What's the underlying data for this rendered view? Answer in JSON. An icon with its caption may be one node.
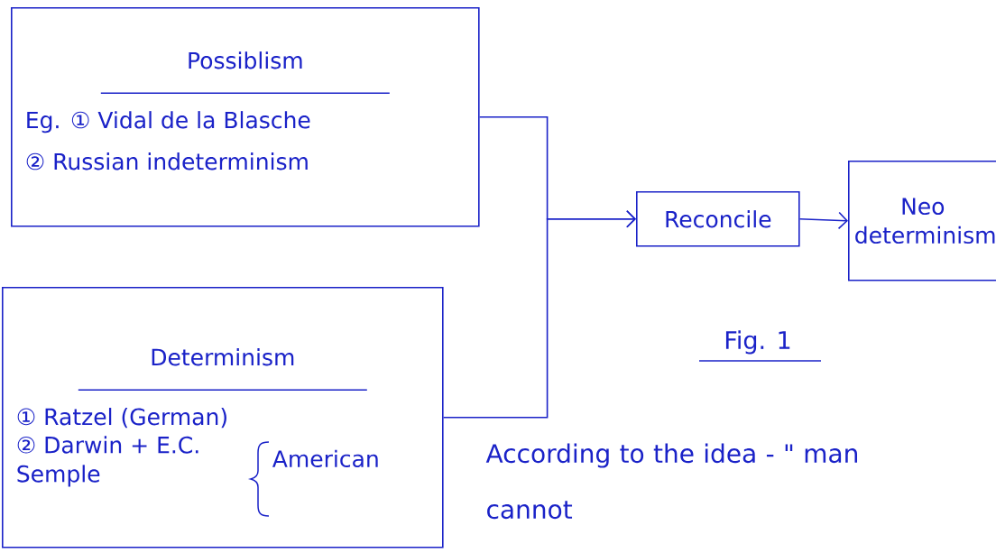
{
  "diagram": {
    "nodes": [
      {
        "text": [
          "Possiblism",
          "Eg. ① Vidal de la Blasche",
          "② Russian indeterminism"
        ]
      },
      {
        "text": [
          "Determinism",
          "① Ratzel (German)",
          "② Darwin + E.C. Semple",
          "American"
        ]
      },
      {
        "text": [
          "Reconcile"
        ]
      },
      {
        "text": [
          "Neo determinism"
        ]
      }
    ],
    "edges": [
      {
        "from": 0,
        "to": 2,
        "arrow": "to"
      },
      {
        "from": 1,
        "to": 2,
        "arrow": "to"
      },
      {
        "from": 2,
        "to": 3,
        "arrow": "to"
      }
    ],
    "labels": [
      "Fig. 1",
      "According to the idea - \" man cannot"
    ]
  }
}
